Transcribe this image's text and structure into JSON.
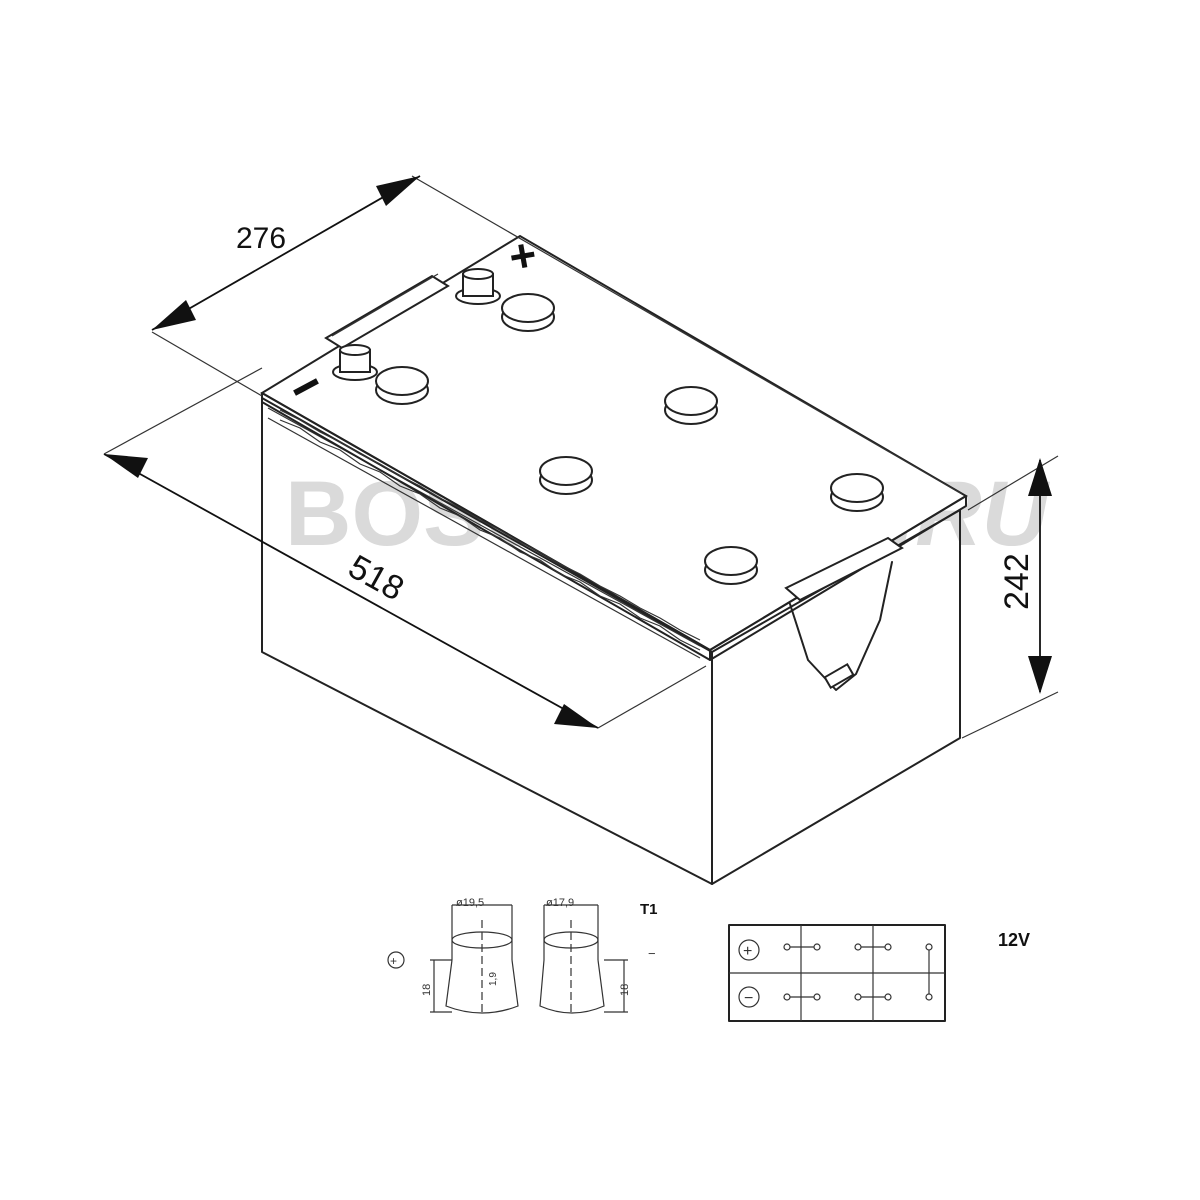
{
  "dimensions": {
    "width": "276",
    "length": "518",
    "height": "242"
  },
  "lid_marks": {
    "plus": "+",
    "minus": "-"
  },
  "watermark": {
    "part1": "BOSCH",
    "part2": "MAG.RU"
  },
  "terminals": {
    "plus_symbol": "⊕",
    "minus_symbol": "−",
    "pos_diameter": "ø19,5",
    "neg_diameter": "ø17,9",
    "type": "T1",
    "height_left": "18",
    "height_right": "18",
    "taper": "1,9"
  },
  "layout_box": {
    "plus_symbol": "+",
    "minus_symbol": "−"
  },
  "voltage": "12V"
}
